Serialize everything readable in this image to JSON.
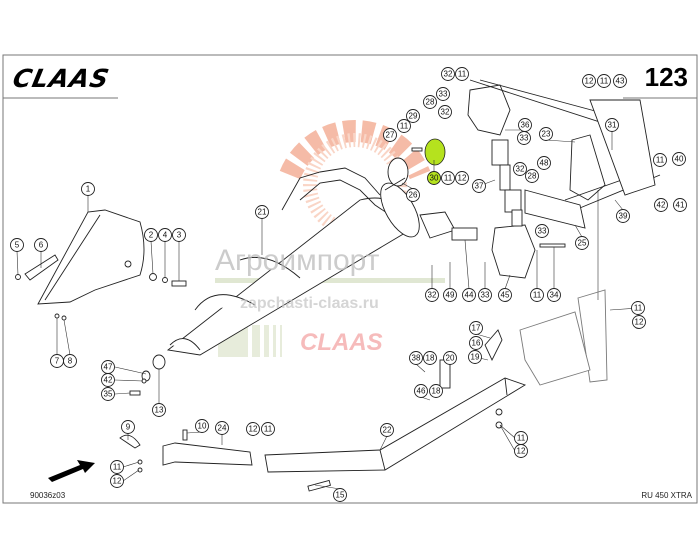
{
  "header": {
    "brand": "CLAAS",
    "page_number": "123"
  },
  "footer": {
    "drawing_code": "90036z03",
    "model": "RU 450 XTRA"
  },
  "watermark": {
    "company": "Агроимпорт",
    "site": "zapchasti-claas.ru",
    "brand": "CLAAS"
  },
  "colors": {
    "highlight": "#b5e21e",
    "line": "#222222",
    "watermark_orange": "#f2a58a",
    "watermark_green": "#d6dfc4"
  },
  "callouts": [
    "43",
    "12",
    "11",
    "32",
    "11",
    "33",
    "28",
    "32",
    "29",
    "11",
    "27",
    "30",
    "11",
    "12",
    "26",
    "36",
    "33",
    "23",
    "31",
    "48",
    "32",
    "28",
    "37",
    "11",
    "40",
    "42",
    "41",
    "39",
    "33",
    "25",
    "32",
    "49",
    "44",
    "33",
    "45",
    "11",
    "34",
    "11",
    "12",
    "1",
    "5",
    "6",
    "2",
    "4",
    "3",
    "7",
    "8",
    "21",
    "47",
    "42",
    "35",
    "13",
    "9",
    "10",
    "24",
    "12",
    "11",
    "11",
    "12",
    "15",
    "22",
    "17",
    "16",
    "19",
    "38",
    "18",
    "20",
    "46",
    "18",
    "11",
    "12"
  ],
  "highlighted_part": "30"
}
